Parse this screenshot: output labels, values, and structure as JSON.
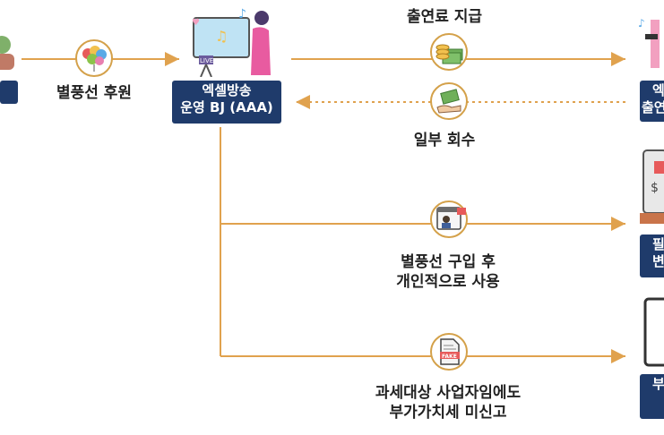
{
  "flow": {
    "balloon_support": "별풍선 후원",
    "center_line1": "엑셀방송",
    "center_line2": "운영 BJ (AAA)",
    "pay_fee": "출연료 지급",
    "partial_recovery": "일부 회수",
    "personal_use_line1": "별풍선 구입 후",
    "personal_use_line2": "개인적으로 사용",
    "tax_line1": "과세대상 사업자임에도",
    "tax_line2": "부가가치세 미신고",
    "right_box1_line1": "엑",
    "right_box1_line2": "출연",
    "right_box2_line1": "필",
    "right_box2_line2": "변",
    "right_box3_line1": "부",
    "live_sign": "LIVE",
    "fake_stamp": "FAKE"
  },
  "colors": {
    "arrow": "#e0a24e",
    "box": "#1f3b6b",
    "circle_border": "#d4a14a"
  }
}
